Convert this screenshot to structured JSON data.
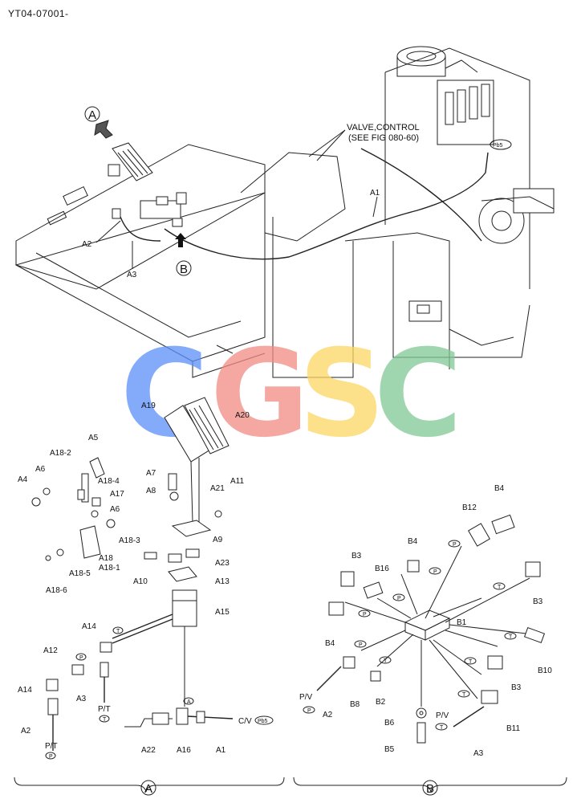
{
  "document": {
    "id": "YT04-07001-"
  },
  "callouts": {
    "valve_control_line1": "VALVE,CONTROL",
    "valve_control_line2": "(SEE FIG 080-60)",
    "pb5": "Pb5"
  },
  "view_markers": {
    "a": "A",
    "b": "B"
  },
  "watermark": {
    "letters": [
      "C",
      "G",
      "S",
      "C"
    ],
    "colors": [
      "#5b8ff9",
      "#f28b82",
      "#fdd663",
      "#81c995"
    ]
  },
  "top_labels": {
    "a1": "A1",
    "a2": "A2",
    "a3": "A3"
  },
  "view_a_labels": {
    "a19": "A19",
    "a20": "A20",
    "a5": "A5",
    "a18_2": "A18-2",
    "a6_left": "A6",
    "a4": "A4",
    "a18_4": "A18-4",
    "a17": "A17",
    "a6_mid": "A6",
    "a18_3": "A18-3",
    "a18": "A18",
    "a18_1": "A18-1",
    "a18_5": "A18-5",
    "a18_6": "A18-6",
    "a7": "A7",
    "a8": "A8",
    "a21": "A21",
    "a11": "A11",
    "a9": "A9",
    "a10": "A10",
    "a23": "A23",
    "a13": "A13",
    "a15": "A15",
    "a14_top": "A14",
    "a12": "A12",
    "a14_bottom": "A14",
    "a3": "A3",
    "pt_right": "P/T",
    "a2": "A2",
    "pt_left": "P/T",
    "a22": "A22",
    "a16": "A16",
    "a1": "A1",
    "cv": "C/V",
    "pb5": "Pb5"
  },
  "view_b_labels": {
    "b4_top": "B4",
    "b12": "B12",
    "b4_mid": "B4",
    "b3_left": "B3",
    "b16": "B16",
    "b3_right": "B3",
    "b1": "B1",
    "b4_left": "B4",
    "b10": "B10",
    "b3_low": "B3",
    "pv_left": "P/V",
    "a2": "A2",
    "b8": "B8",
    "b2": "B2",
    "b6": "B6",
    "b5": "B5",
    "pv_right": "P/V",
    "a3": "A3",
    "b11": "B11"
  },
  "port_marks": {
    "p": "P",
    "t": "T",
    "a": "A"
  }
}
